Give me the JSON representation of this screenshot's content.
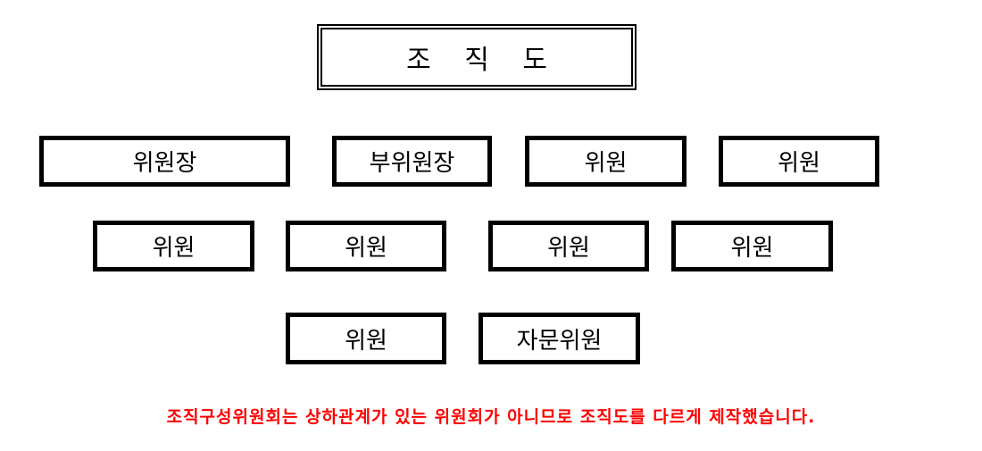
{
  "title": "조 직 도",
  "rows": [
    [
      "위원장",
      "부위원장",
      "위원",
      "위원"
    ],
    [
      "위원",
      "위원",
      "위원",
      "위원"
    ],
    [
      "위원",
      "자문위원"
    ]
  ],
  "note": "조직구성위원회는 상하관계가 있는 위원회가 아니므로 조직도를 다르게 제작했습니다.",
  "colors": {
    "note": "#ff0000",
    "border": "#000000"
  }
}
